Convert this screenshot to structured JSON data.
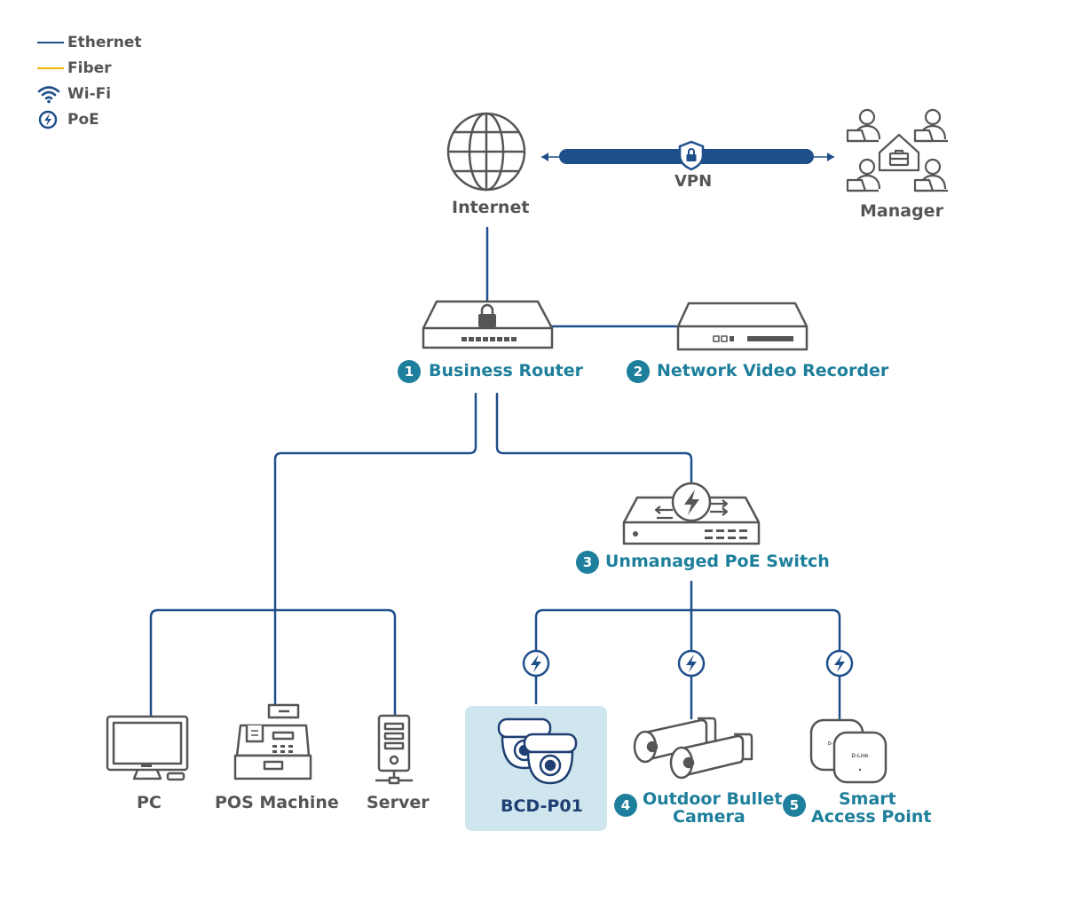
{
  "legend": {
    "items": [
      {
        "label": "Ethernet",
        "symbol": "line",
        "color": "#1f4f8a"
      },
      {
        "label": "Fiber",
        "symbol": "line",
        "color": "#f3b400"
      },
      {
        "label": "Wi-Fi",
        "symbol": "wifi-icon",
        "color": "#1f4f8a"
      },
      {
        "label": "PoE",
        "symbol": "poe-icon",
        "color": "#1f4f8a"
      }
    ]
  },
  "nodes": {
    "internet": {
      "label": "Internet"
    },
    "vpn": {
      "label": "VPN"
    },
    "manager": {
      "label": "Manager"
    },
    "router": {
      "number": "1",
      "label": "Business Router"
    },
    "nvr": {
      "number": "2",
      "label": "Network Video Recorder"
    },
    "switch": {
      "number": "3",
      "label": "Unmanaged PoE Switch"
    },
    "pc": {
      "label": "PC"
    },
    "pos": {
      "label": "POS Machine"
    },
    "server": {
      "label": "Server"
    },
    "bcd": {
      "label": "BCD-P01"
    },
    "bullet": {
      "number": "4",
      "line1": "Outdoor Bullet",
      "line2": "Camera"
    },
    "ap": {
      "number": "5",
      "line1": "Smart",
      "line2": "Access Point"
    },
    "ap_logo": "D-Link"
  },
  "colors": {
    "ethernet": "#1f4f8a",
    "label_teal": "#1d7f9b",
    "label_gray": "#555555",
    "device_stroke": "#555555",
    "highlight_bg": "#cfe6ee",
    "vpn_bar": "#1f4f8a"
  }
}
